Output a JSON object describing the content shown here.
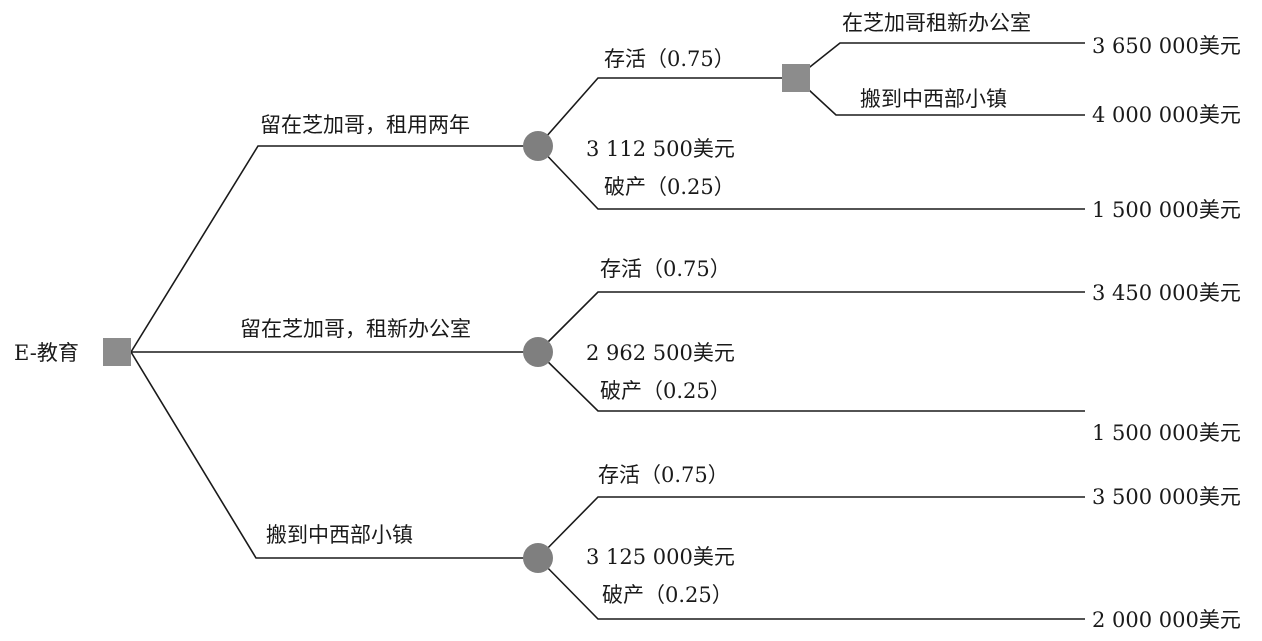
{
  "root_label": "E-教育",
  "alternatives": {
    "a1": {
      "label": "留在芝加哥，租用两年",
      "expected_value": "3 112 500美元",
      "survive_label": "存活（0.75）",
      "bankrupt_label": "破产（0.25）",
      "bankrupt_payoff": "1 500 000美元",
      "second_decision": {
        "option1_label": "在芝加哥租新办公室",
        "option1_payoff": "3 650 000美元",
        "option2_label": "搬到中西部小镇",
        "option2_payoff": "4 000 000美元"
      }
    },
    "a2": {
      "label": "留在芝加哥，租新办公室",
      "expected_value": "2 962 500美元",
      "survive_label": "存活（0.75）",
      "survive_payoff": "3 450 000美元",
      "bankrupt_label": "破产（0.25）",
      "bankrupt_payoff": "1 500 000美元"
    },
    "a3": {
      "label": "搬到中西部小镇",
      "expected_value": "3 125 000美元",
      "survive_label": "存活（0.75）",
      "survive_payoff": "3 500 000美元",
      "bankrupt_label": "破产（0.25）",
      "bankrupt_payoff": "2 000 000美元"
    }
  },
  "colors": {
    "line": "#1a1a1a",
    "decision_node": "#8c8c8c",
    "chance_node": "#7f7f7f"
  }
}
